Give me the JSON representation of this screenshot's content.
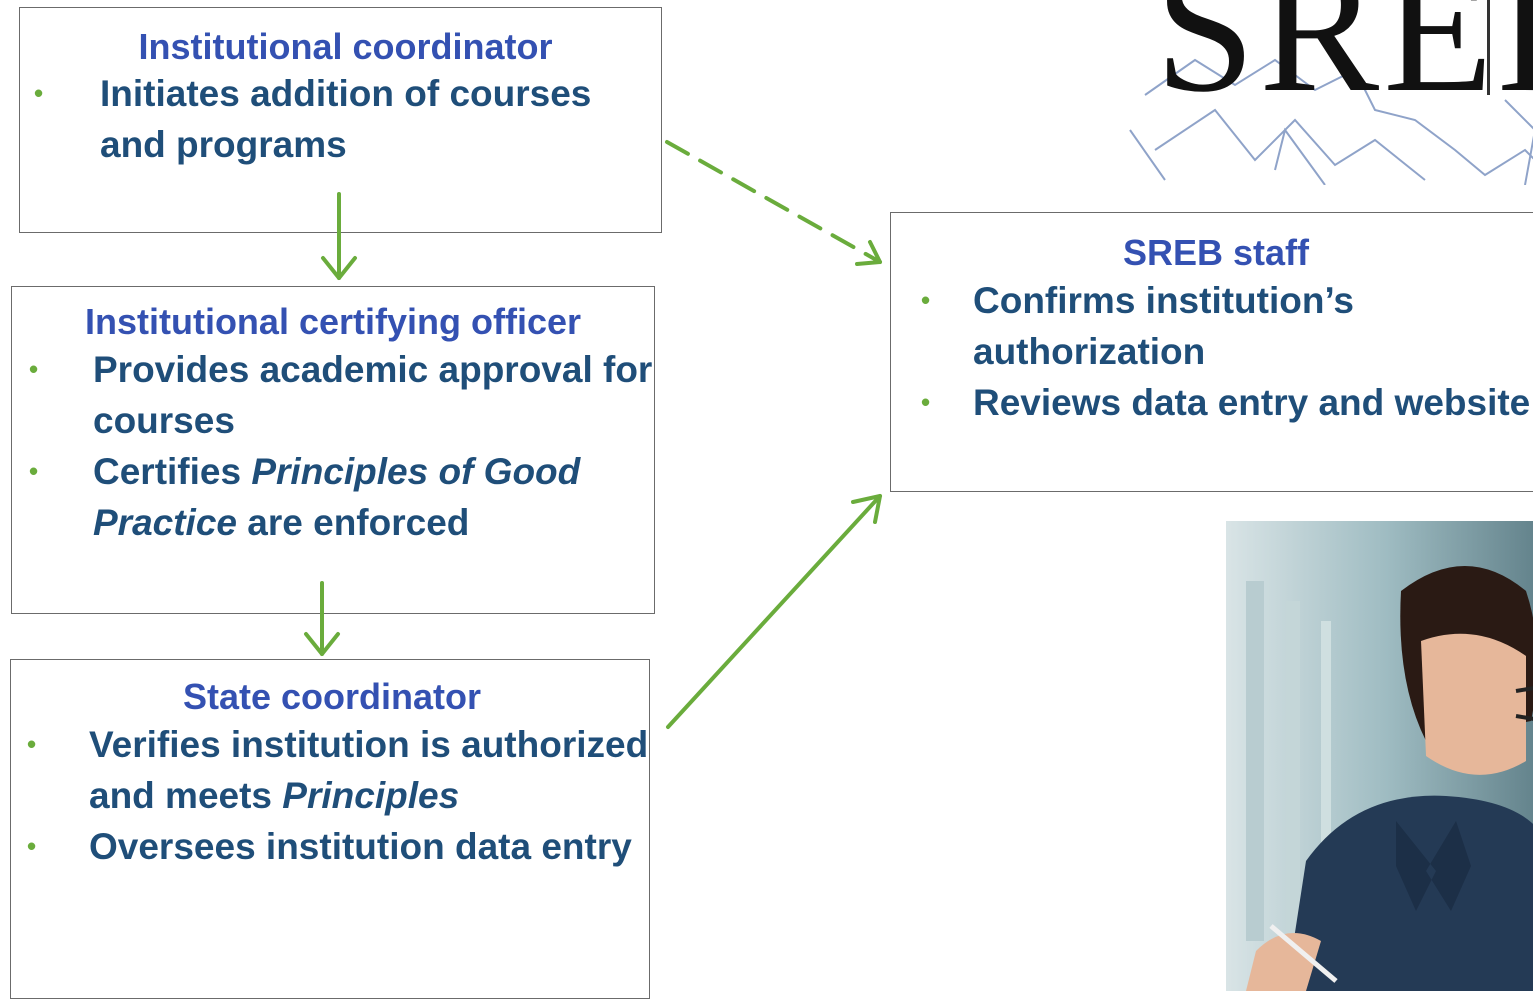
{
  "logo": {
    "text": "SREB"
  },
  "boxes": {
    "coordinator": {
      "title": "Institutional coordinator",
      "bullets": [
        "Initiates addition of courses and programs"
      ]
    },
    "certifying": {
      "title": "Institutional certifying officer",
      "bullet1": "Provides academic approval for courses",
      "bullet2_pre": "Certifies ",
      "bullet2_em": "Principles of Good Practice",
      "bullet2_post": " are enforced"
    },
    "state": {
      "title": "State coordinator",
      "bullet1_pre": "Verifies institution is authorized and meets ",
      "bullet1_em": "Principles",
      "bullet2": "Oversees institution data entry"
    },
    "sreb": {
      "title": "SREB staff",
      "bullets": [
        "Confirms institution’s authorization",
        "Reviews data entry and website"
      ]
    }
  },
  "colors": {
    "title_blue": "#3451b2",
    "bullet_text": "#1f4e79",
    "bullet_dot": "#6aac3c",
    "arrow_green": "#6aac3c",
    "box_border": "#6b6b6b"
  }
}
